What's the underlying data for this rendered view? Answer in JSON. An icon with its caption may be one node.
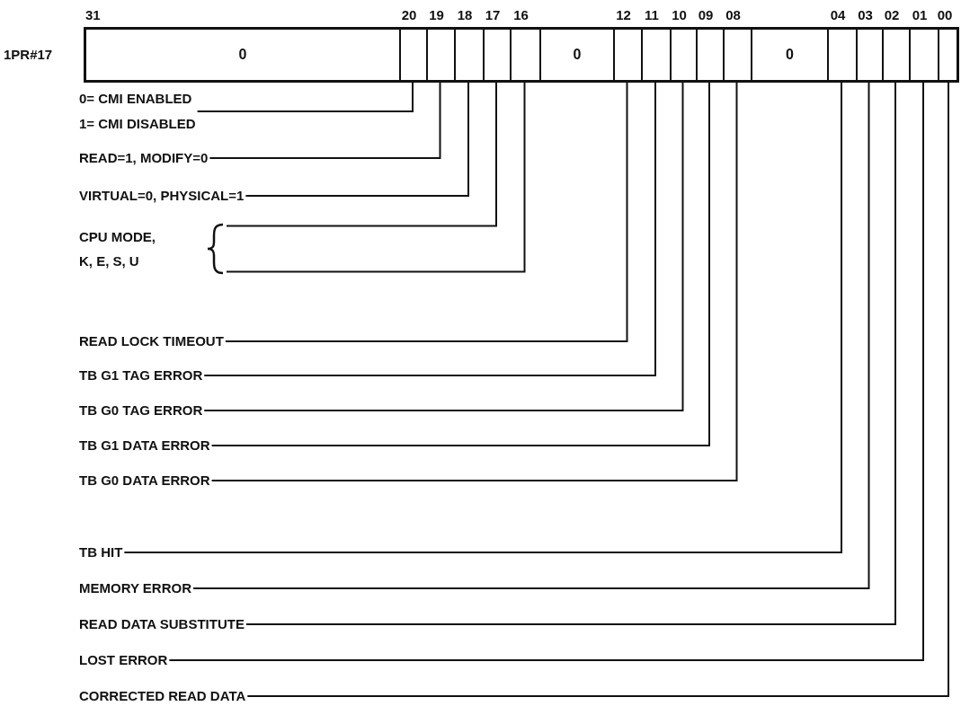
{
  "diagram": {
    "nodes": [
      {
        "text": [
          "0"
        ],
        "beside": [
          "31"
        ]
      },
      {
        "text": [],
        "shape": "box",
        "beside": [
          "20"
        ]
      },
      {
        "text": [],
        "shape": "box",
        "beside": [
          "19"
        ]
      },
      {
        "text": [],
        "shape": "box",
        "beside": [
          "18"
        ]
      },
      {
        "text": [],
        "shape": "box",
        "beside": [
          "17"
        ]
      },
      {
        "text": [],
        "shape": "box",
        "beside": [
          "16"
        ]
      },
      {
        "text": [
          "0"
        ]
      },
      {
        "text": [],
        "shape": "box",
        "beside": [
          "12"
        ]
      },
      {
        "text": [],
        "shape": "box",
        "beside": [
          "11"
        ]
      },
      {
        "text": [],
        "shape": "box",
        "beside": [
          "10"
        ]
      },
      {
        "text": [],
        "shape": "box",
        "beside": [
          "09"
        ]
      },
      {
        "text": [],
        "shape": "box",
        "beside": [
          "08"
        ]
      },
      {
        "text": [
          "0"
        ]
      },
      {
        "text": [],
        "shape": "box",
        "beside": [
          "04"
        ]
      },
      {
        "text": [],
        "shape": "box",
        "beside": [
          "03"
        ]
      },
      {
        "text": [],
        "shape": "box",
        "beside": [
          "02"
        ]
      },
      {
        "text": [],
        "shape": "box",
        "beside": [
          "01"
        ]
      },
      {
        "text": [],
        "shape": "box",
        "beside": [
          "00"
        ]
      },
      {
        "text": [
          "0= CMI ENABLED",
          "1= CMI DISABLED"
        ]
      },
      {
        "text": [
          "READ=1, MODIFY=0"
        ]
      },
      {
        "text": [
          "VIRTUAL=0, PHYSICAL=1"
        ]
      },
      {
        "text": [
          "CPU MODE, K, E, S, U"
        ]
      },
      {
        "text": [
          "READ LOCK TIMEOUT"
        ]
      },
      {
        "text": [
          "TB G1 TAG ERROR"
        ]
      },
      {
        "text": [
          "TB G0 TAG ERROR"
        ]
      },
      {
        "text": [
          "TB G1 DATA ERROR"
        ]
      },
      {
        "text": [
          "TB G0 DATA ERROR"
        ]
      },
      {
        "text": [
          "TB HIT"
        ]
      },
      {
        "text": [
          "MEMORY ERROR"
        ]
      },
      {
        "text": [
          "READ DATA SUBSTITUTE"
        ]
      },
      {
        "text": [
          "LOST ERROR"
        ]
      },
      {
        "text": [
          "CORRECTED READ DATA"
        ]
      }
    ],
    "edges": [
      {
        "from": 18,
        "to": 1,
        "arrow": "none"
      },
      {
        "from": 19,
        "to": 2,
        "arrow": "none"
      },
      {
        "from": 20,
        "to": 3,
        "arrow": "none"
      },
      {
        "from": 21,
        "to": 4,
        "arrow": "none"
      },
      {
        "from": 21,
        "to": 5,
        "arrow": "none"
      },
      {
        "from": 22,
        "to": 7,
        "arrow": "none"
      },
      {
        "from": 23,
        "to": 8,
        "arrow": "none"
      },
      {
        "from": 24,
        "to": 9,
        "arrow": "none"
      },
      {
        "from": 25,
        "to": 10,
        "arrow": "none"
      },
      {
        "from": 26,
        "to": 11,
        "arrow": "none"
      },
      {
        "from": 27,
        "to": 13,
        "arrow": "none"
      },
      {
        "from": 28,
        "to": 14,
        "arrow": "none"
      },
      {
        "from": 29,
        "to": 15,
        "arrow": "none"
      },
      {
        "from": 30,
        "to": 16,
        "arrow": "none"
      },
      {
        "from": 31,
        "to": 17,
        "arrow": "none"
      }
    ],
    "labels": [
      "1PR#17"
    ]
  }
}
